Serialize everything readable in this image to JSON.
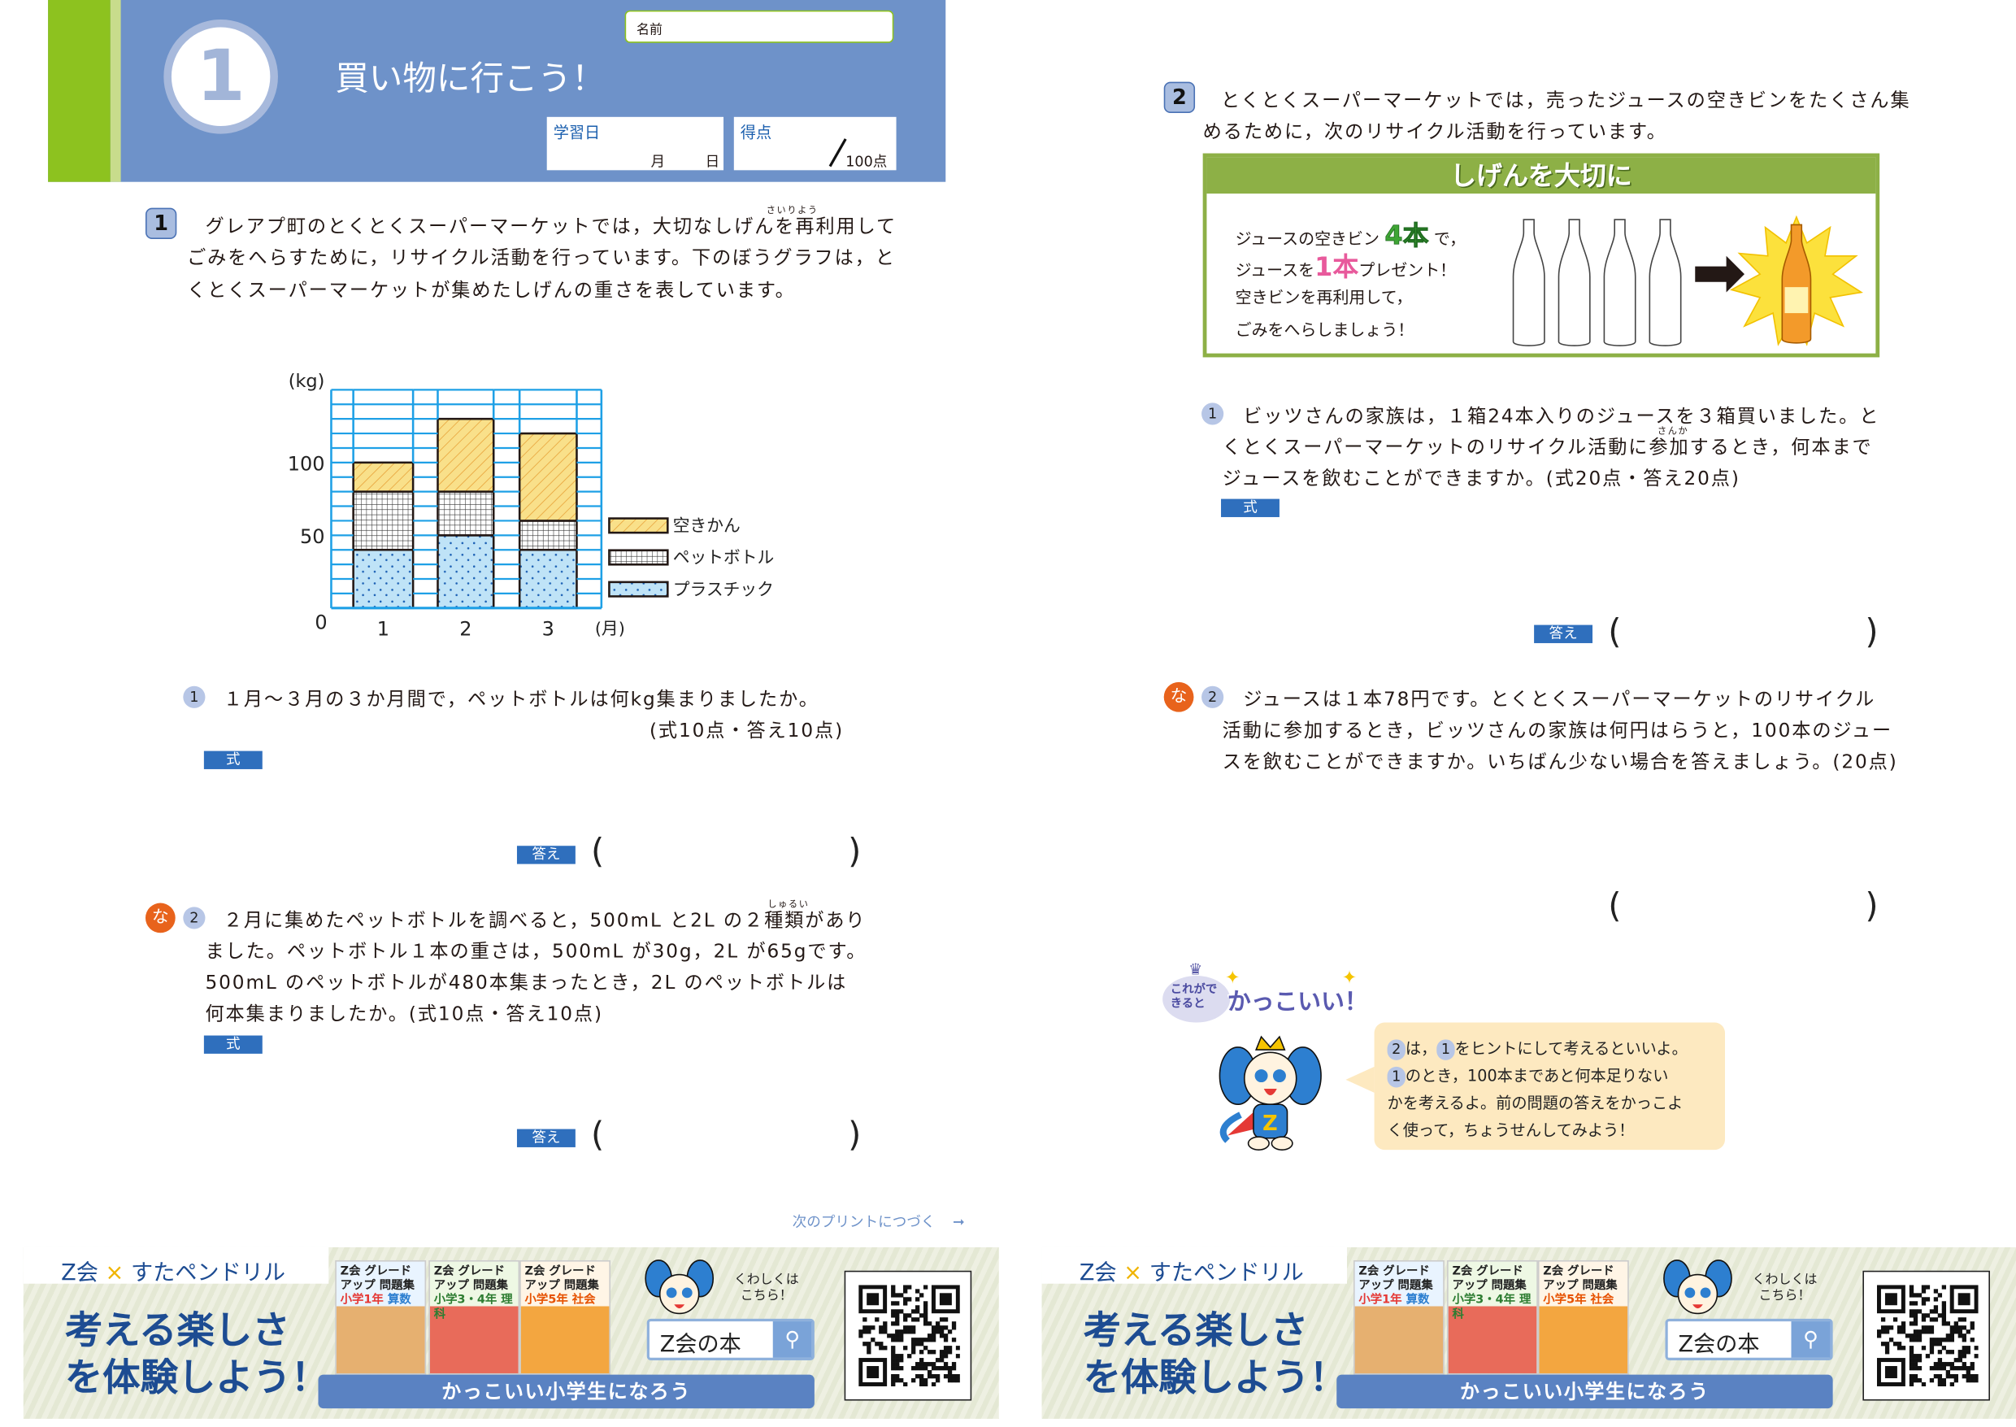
{
  "header": {
    "unit_number": "1",
    "title": "買い物に行こう！",
    "name_label": "名前",
    "date_label": "学習日",
    "month_label": "月",
    "day_label": "日",
    "score_label": "得点",
    "score_max": "100点"
  },
  "q1": {
    "number": "1",
    "lines": [
      "グレアプ町のとくとくスーパーマーケットでは，大切なしげんを再利用して",
      "ごみをへらすために，リサイクル活動を行っています。下のぼうグラフは，と",
      "くとくスーパーマーケットが集めたしげんの重さを表しています。"
    ],
    "ruby": "さいりよう",
    "sub1": {
      "number": "1",
      "lines": [
        "１月～３月の３か月間で，ペットボトルは何kg集まりましたか。",
        "(式10点・答え10点)"
      ],
      "formula_label": "式",
      "answer_label": "答え"
    },
    "sub2": {
      "number": "2",
      "hand_icon_text": "な",
      "lines": [
        "２月に集めたペットボトルを調べると，500mL と2L の２種類があり",
        "ました。ペットボトル１本の重さは，500mL が30g，2L が65gです。",
        "500mL のペットボトルが480本集まったとき，2L のペットボトルは",
        "何本集まりましたか。(式10点・答え10点)"
      ],
      "ruby": "しゅるい",
      "formula_label": "式",
      "answer_label": "答え"
    }
  },
  "chart_data": {
    "type": "bar",
    "stacked": true,
    "categories": [
      "1",
      "2",
      "3"
    ],
    "series": [
      {
        "name": "プラスチック",
        "values": [
          40,
          50,
          40
        ],
        "color": "#bfe3f7"
      },
      {
        "name": "ペットボトル",
        "values": [
          40,
          30,
          20
        ],
        "color": "#ffffff"
      },
      {
        "name": "空きかん",
        "values": [
          20,
          50,
          60
        ],
        "color": "#f9e08a"
      }
    ],
    "legend_order": [
      "空きかん",
      "ペットボトル",
      "プラスチック"
    ],
    "ylabel": "(kg)",
    "xlabel": "(月)",
    "ylim": [
      0,
      150
    ],
    "yticks": [
      "0",
      "50",
      "100"
    ],
    "grid": true,
    "grid_color": "#1ea0e6",
    "legend_position": "right"
  },
  "next_print": "次のプリントにつづく",
  "q2": {
    "number": "2",
    "lines": [
      "とくとくスーパーマーケットでは，売ったジュースの空きビンをたくさん集",
      "めるために，次のリサイクル活動を行っています。"
    ],
    "box": {
      "title": "しげんを大切に",
      "lines": [
        "ジュースの空きビン",
        "で，",
        "ジュースを",
        "プレゼント！",
        "空きビンを再利用して，",
        "ごみをへらしましょう！"
      ],
      "four": "4本",
      "one": "1本"
    },
    "sub1": {
      "number": "1",
      "lines": [
        "ビッツさんの家族は，１箱24本入りのジュースを３箱買いました。と",
        "くとくスーパーマーケットのリサイクル活動に参加するとき，何本まで",
        "ジュースを飲むことができますか。(式20点・答え20点)"
      ],
      "ruby": "さんか",
      "formula_label": "式",
      "answer_label": "答え"
    },
    "sub2": {
      "number": "2",
      "hand_icon_text": "な",
      "lines": [
        "ジュースは１本78円です。とくとくスーパーマーケットのリサイクル",
        "活動に参加するとき，ビッツさんの家族は何円はらうと，100本のジュー",
        "スを飲むことができますか。いちばん少ない場合を答えましょう。(20点)"
      ]
    },
    "hint": {
      "logo_small": "これができると",
      "logo_big": "かっこいい！",
      "badge2": "2",
      "badge1": "1",
      "line1": "は，",
      "line1b": "をヒントにして考えるといいよ。",
      "line2": "のとき，100本まであと何本足りない",
      "line3": "かを考えるよ。前の問題の答えをかっこよ",
      "line4": "く使って，ちょうせんしてみよう！"
    }
  },
  "banner": {
    "brand_a": "Z会",
    "brand_x": "×",
    "brand_b": "すたペンドリル",
    "copy1": "考える楽しさ",
    "copy2": "を体験しよう！",
    "books": [
      {
        "title": "Z会 グレードアップ 問題集",
        "grade": "小学1年",
        "subject": "算数"
      },
      {
        "title": "Z会 グレードアップ 問題集",
        "grade": "小学3・4年",
        "subject": "理科"
      },
      {
        "title": "Z会 グレードアップ 問題集",
        "grade": "小学5年",
        "subject": "社会"
      }
    ],
    "slogan": "かっこいい小学生になろう",
    "more": "くわしくは こちら！",
    "search_text": "Z会の本"
  },
  "colors": {
    "header_blue": "#6e92c9",
    "accent_green": "#8dc21f",
    "box_green": "#8db046",
    "label_blue": "#2f6fbd"
  }
}
